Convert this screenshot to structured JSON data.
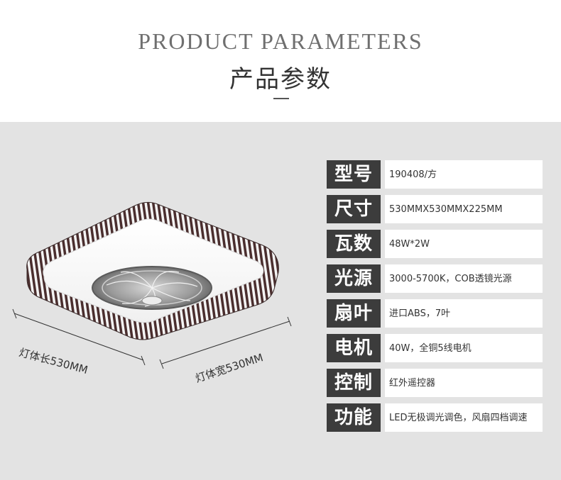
{
  "header": {
    "title_en": "PRODUCT PARAMETERS",
    "title_cn": "产品参数"
  },
  "product_image": {
    "dimension_length": "灯体长530MM",
    "dimension_width": "灯体宽530MM"
  },
  "parameters": [
    {
      "label": "型号",
      "value": "190408/方"
    },
    {
      "label": "尺寸",
      "value": "530MMX530MMX225MM"
    },
    {
      "label": "瓦数",
      "value": "48W*2W"
    },
    {
      "label": "光源",
      "value": "3000-5700K，COB透镜光源"
    },
    {
      "label": "扇叶",
      "value": "进口ABS，7叶"
    },
    {
      "label": "电机",
      "value": "40W，全铜5线电机"
    },
    {
      "label": "控制",
      "value": "红外遥控器"
    },
    {
      "label": "功能",
      "value": "LED无极调光调色，风扇四档调速"
    }
  ],
  "colors": {
    "panel_bg": "#e3e3e3",
    "label_bg": "#3c3c3c",
    "value_bg": "#ffffff"
  }
}
